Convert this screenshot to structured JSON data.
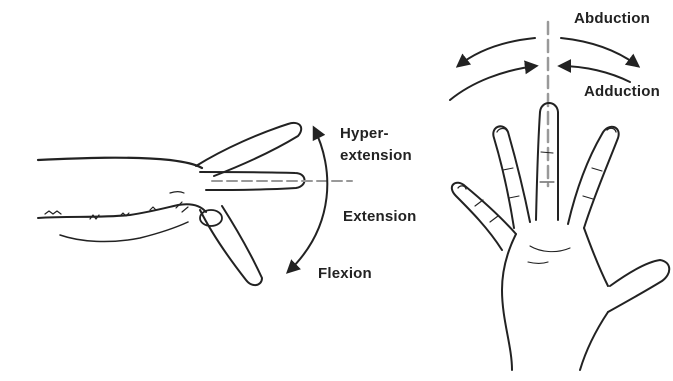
{
  "labels": {
    "hyperextension_line1": "Hyper-",
    "hyperextension_line2": "extension",
    "extension": "Extension",
    "flexion": "Flexion",
    "abduction": "Abduction",
    "adduction": "Adduction"
  },
  "colors": {
    "ink": "#222222",
    "guide": "#999999",
    "background": "#ffffff"
  }
}
